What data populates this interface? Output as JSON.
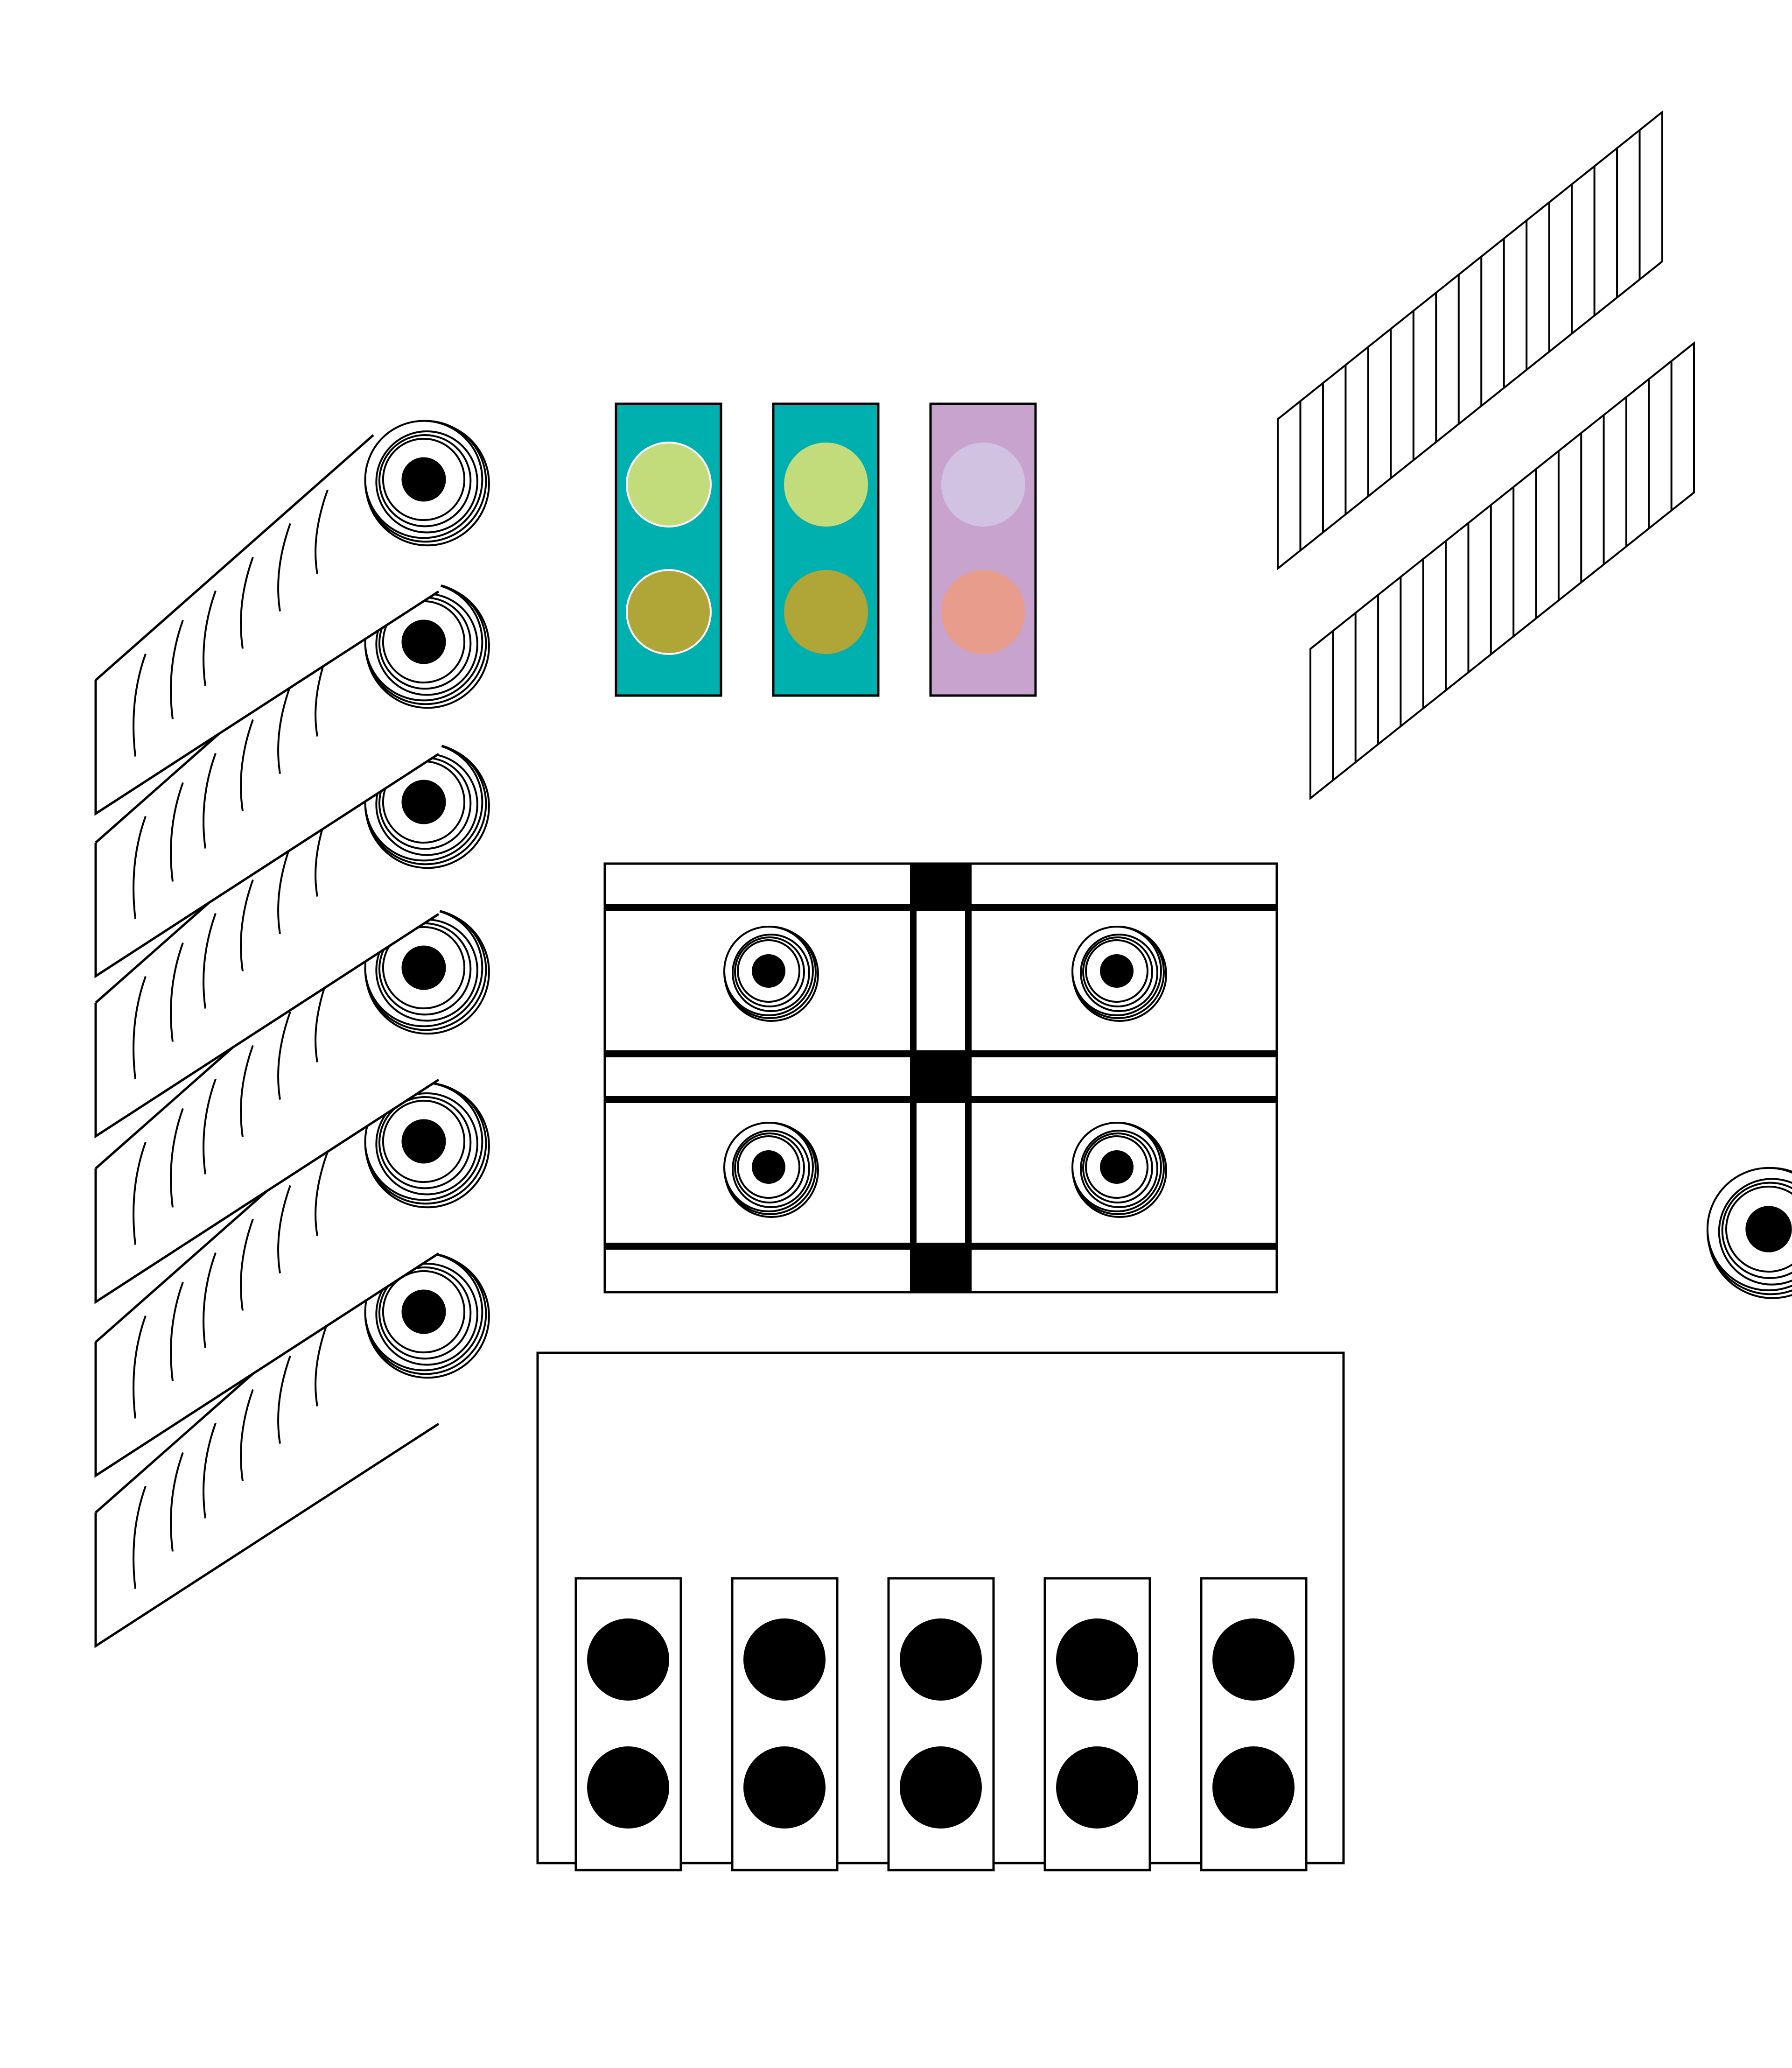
{
  "colors": {
    "teal": "#00B0AF",
    "lavender": "#C7A3CE",
    "lime": "#C3DC7B",
    "olive": "#B0A637",
    "pale_lilac": "#D2C2E1",
    "salmon": "#E79C8C",
    "ink": "#000000",
    "paper": "#FFFFFF"
  },
  "counts": {
    "rolls": 6,
    "top_legend_bars": 3,
    "mini_legend_bars": 5,
    "ramp_slats": 17
  },
  "icons": {
    "roll": "rolled-sheet-icon",
    "reel": "spool-icon",
    "slotted_frame": "slotted-frame-icon",
    "ramp": "hatched-ramp-icon",
    "legend_bar": "two-dot-indicator-icon"
  }
}
